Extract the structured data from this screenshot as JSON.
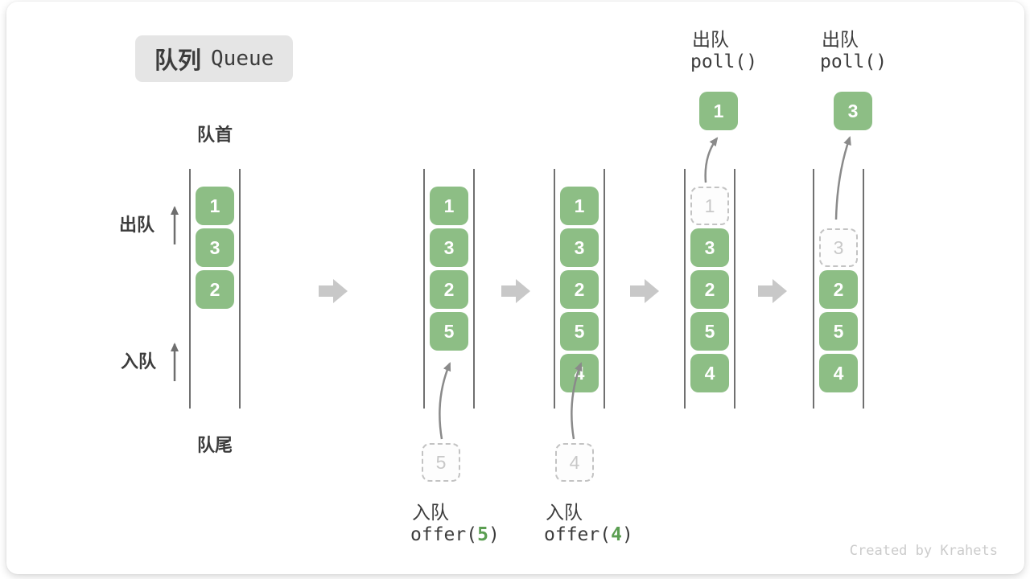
{
  "title": {
    "zh": "队列",
    "en": "Queue"
  },
  "side_labels": {
    "head": "队首",
    "tail": "队尾",
    "dequeue": "出队",
    "enqueue": "入队"
  },
  "watermark": "Created by Krahets",
  "colors": {
    "box_green": "#8dbe85",
    "box_text": "#ffffff",
    "code_arg_green": "#5b9e52",
    "dashed_border": "#c3c3c3",
    "dashed_text": "#c8c8c8",
    "text_dark": "#3c3c3c",
    "curve_arrow_gray": "#8a8a8a",
    "block_arrow_gray": "#c8c8c8",
    "title_bg": "#e5e5e5",
    "wall_gray": "#707070"
  },
  "queues": [
    {
      "cells": [
        "1",
        "3",
        "2"
      ]
    },
    {
      "cells": [
        "1",
        "3",
        "2",
        "5"
      ],
      "pending_value": "5",
      "op_label": "入队",
      "op_code_pre": "offer(",
      "op_arg": "5",
      "op_code_post": ")"
    },
    {
      "cells": [
        "1",
        "3",
        "2",
        "5",
        "4"
      ],
      "pending_value": "4",
      "op_label": "入队",
      "op_code_pre": "offer(",
      "op_arg": "4",
      "op_code_post": ")"
    },
    {
      "cells": [
        "3",
        "2",
        "5",
        "4"
      ],
      "removed_value": "1",
      "popped_value": "1",
      "op_label": "出队",
      "op_code": "poll()"
    },
    {
      "cells": [
        "2",
        "5",
        "4"
      ],
      "removed_value": "3",
      "popped_value": "3",
      "op_label": "出队",
      "op_code": "poll()"
    }
  ]
}
